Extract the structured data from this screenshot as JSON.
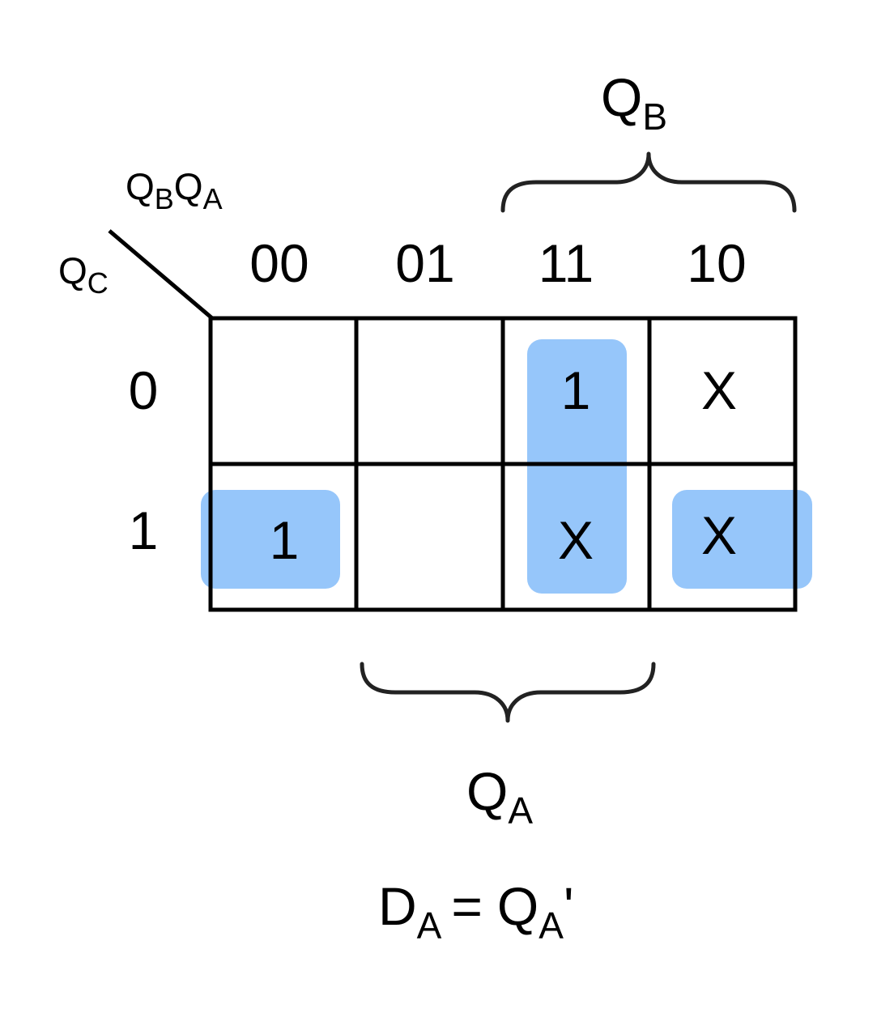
{
  "diagram": {
    "corner": {
      "col_var": "Q",
      "col_var_sub1": "B",
      "col_var_2": "Q",
      "col_var_sub2": "A",
      "row_var": "Q",
      "row_var_sub": "C"
    },
    "columns": [
      "00",
      "01",
      "11",
      "10"
    ],
    "rows": [
      "0",
      "1"
    ],
    "cells": [
      [
        "",
        "",
        "1",
        "X"
      ],
      [
        "1",
        "",
        "X",
        "X"
      ]
    ],
    "brace_top": {
      "var": "Q",
      "sub": "B"
    },
    "brace_bottom": {
      "var": "Q",
      "sub": "A"
    },
    "equation": {
      "lhs": "D",
      "lhs_sub": "A",
      "eq": "=",
      "rhs": "Q",
      "rhs_sub": "A",
      "rhs_tail": "'"
    },
    "colors": {
      "group_fill": "#7fbaf9",
      "line": "#000000",
      "brace": "#222222"
    }
  }
}
